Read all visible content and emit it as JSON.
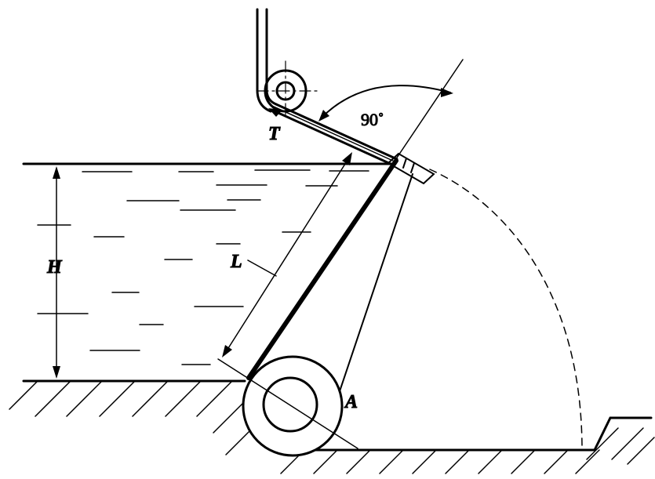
{
  "labels": {
    "angle": "90˚",
    "tension": "T",
    "length": "L",
    "depth": "H",
    "point_a": "A"
  },
  "colors": {
    "line": "#000000",
    "background": "#ffffff"
  }
}
